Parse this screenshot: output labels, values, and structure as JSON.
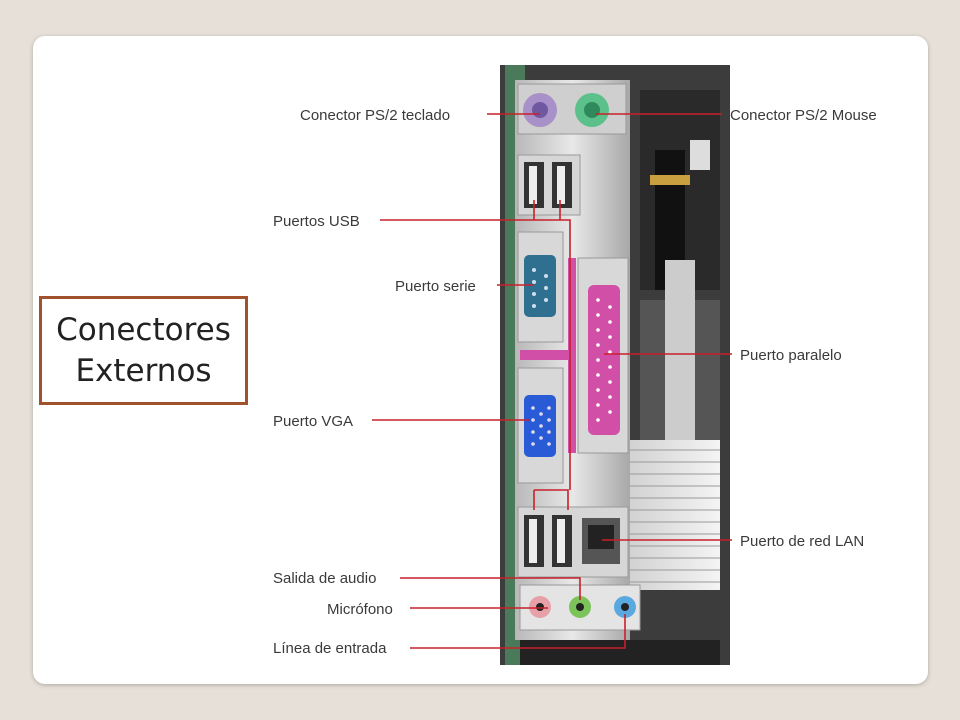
{
  "title": {
    "line1": "Conectores",
    "line2": "Externos"
  },
  "labels": {
    "ps2_keyboard": "Conector PS/2 teclado",
    "ps2_mouse": "Conector PS/2 Mouse",
    "usb": "Puertos USB",
    "serial": "Puerto serie",
    "parallel": "Puerto paralelo",
    "vga": "Puerto VGA",
    "lan": "Puerto de red LAN",
    "audio_out": "Salida de audio",
    "mic": "Micrófono",
    "line_in": "Línea de entrada"
  },
  "colors": {
    "background": "#e6e0d8",
    "title_border": "#a0522d",
    "leader_lines": "#c8202a",
    "ps2_keyboard": "#a890c8",
    "ps2_mouse": "#5cc08a",
    "serial_port": "#2f6f8f",
    "parallel_port": "#d14fa6",
    "vga_port": "#2a5bd7",
    "audio_out_jack": "#7cc35a",
    "mic_jack": "#e8a0a8",
    "line_in_jack": "#5aa8e0"
  }
}
